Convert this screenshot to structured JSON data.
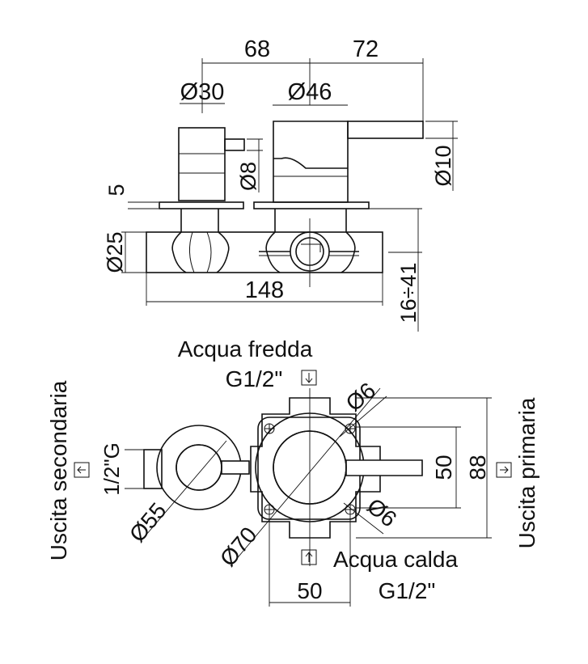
{
  "colors": {
    "line": "#111111",
    "background": "#ffffff"
  },
  "side_view": {
    "dim_68": "68",
    "dim_72": "72",
    "dim_d30": "Ø30",
    "dim_d46": "Ø46",
    "dim_d8": "Ø8",
    "dim_d10": "Ø10",
    "dim_5": "5",
    "dim_d25": "Ø25",
    "dim_148": "148",
    "dim_16_41": "16÷41"
  },
  "front_view": {
    "cold_water_label": "Acqua fredda",
    "cold_water_thread": "G1/2\"",
    "hot_water_label": "Acqua calda",
    "hot_water_thread": "G1/2\"",
    "secondary_outlet_label": "Uscita secondaria",
    "primary_outlet_label": "Uscita primaria",
    "secondary_thread": "1/2\"G",
    "dim_d6_top": "Ø6",
    "dim_d6_bottom": "Ø6",
    "dim_50_right": "50",
    "dim_88": "88",
    "dim_50_bottom": "50",
    "dim_d55": "Ø55",
    "dim_d70": "Ø70"
  },
  "icons": {
    "arrow_down": "arrow-down-icon",
    "arrow_up": "arrow-up-icon"
  }
}
